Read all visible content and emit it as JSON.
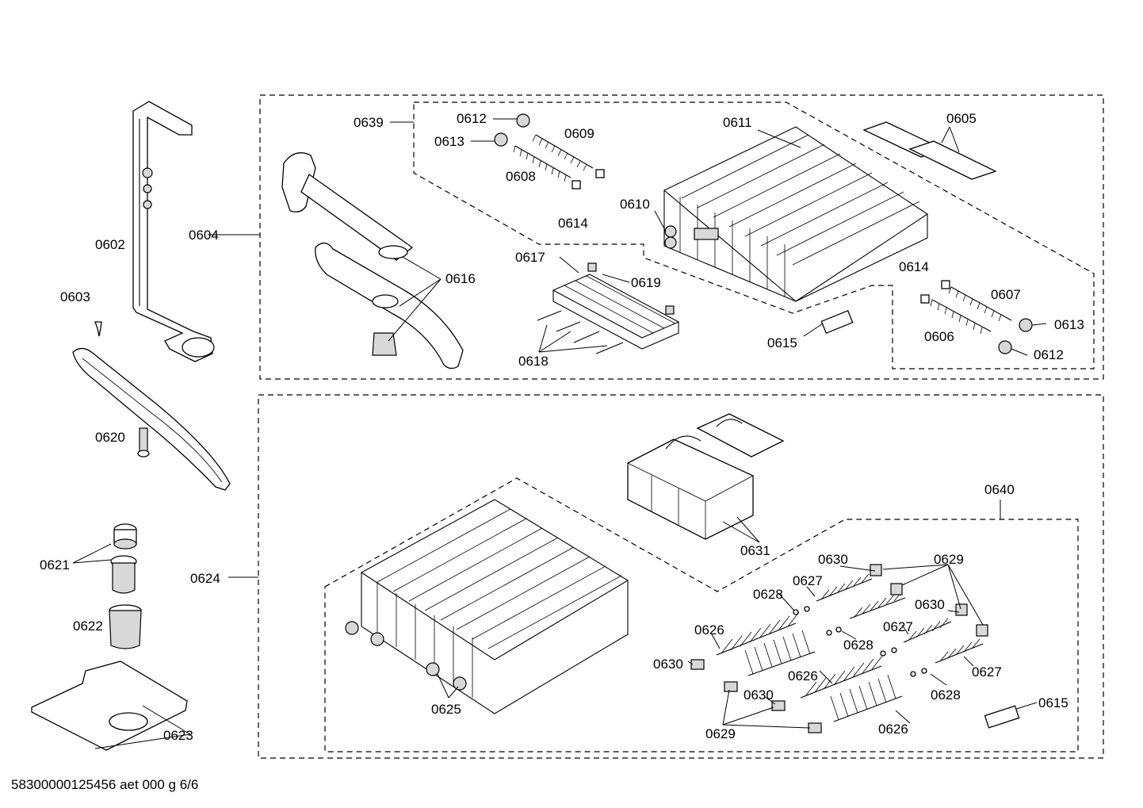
{
  "labels": {
    "p0602": "0602",
    "p0603": "0603",
    "p0604": "0604",
    "p0605": "0605",
    "p0606": "0606",
    "p0607": "0607",
    "p0608": "0608",
    "p0609": "0609",
    "p0610": "0610",
    "p0611": "0611",
    "p0612a": "0612",
    "p0612b": "0612",
    "p0613a": "0613",
    "p0613b": "0613",
    "p0614a": "0614",
    "p0614b": "0614",
    "p0615a": "0615",
    "p0615b": "0615",
    "p0616": "0616",
    "p0617": "0617",
    "p0618": "0618",
    "p0619": "0619",
    "p0620": "0620",
    "p0621": "0621",
    "p0622": "0622",
    "p0623": "0623",
    "p0624": "0624",
    "p0625": "0625",
    "p0626a": "0626",
    "p0626b": "0626",
    "p0626c": "0626",
    "p0627a": "0627",
    "p0627b": "0627",
    "p0627c": "0627",
    "p0628a": "0628",
    "p0628b": "0628",
    "p0628c": "0628",
    "p0629a": "0629",
    "p0629b": "0629",
    "p0630a": "0630",
    "p0630b": "0630",
    "p0630c": "0630",
    "p0630d": "0630",
    "p0631": "0631",
    "p0639": "0639",
    "p0640": "0640"
  },
  "footer": "58300000125456 aet 000 g 6/6"
}
